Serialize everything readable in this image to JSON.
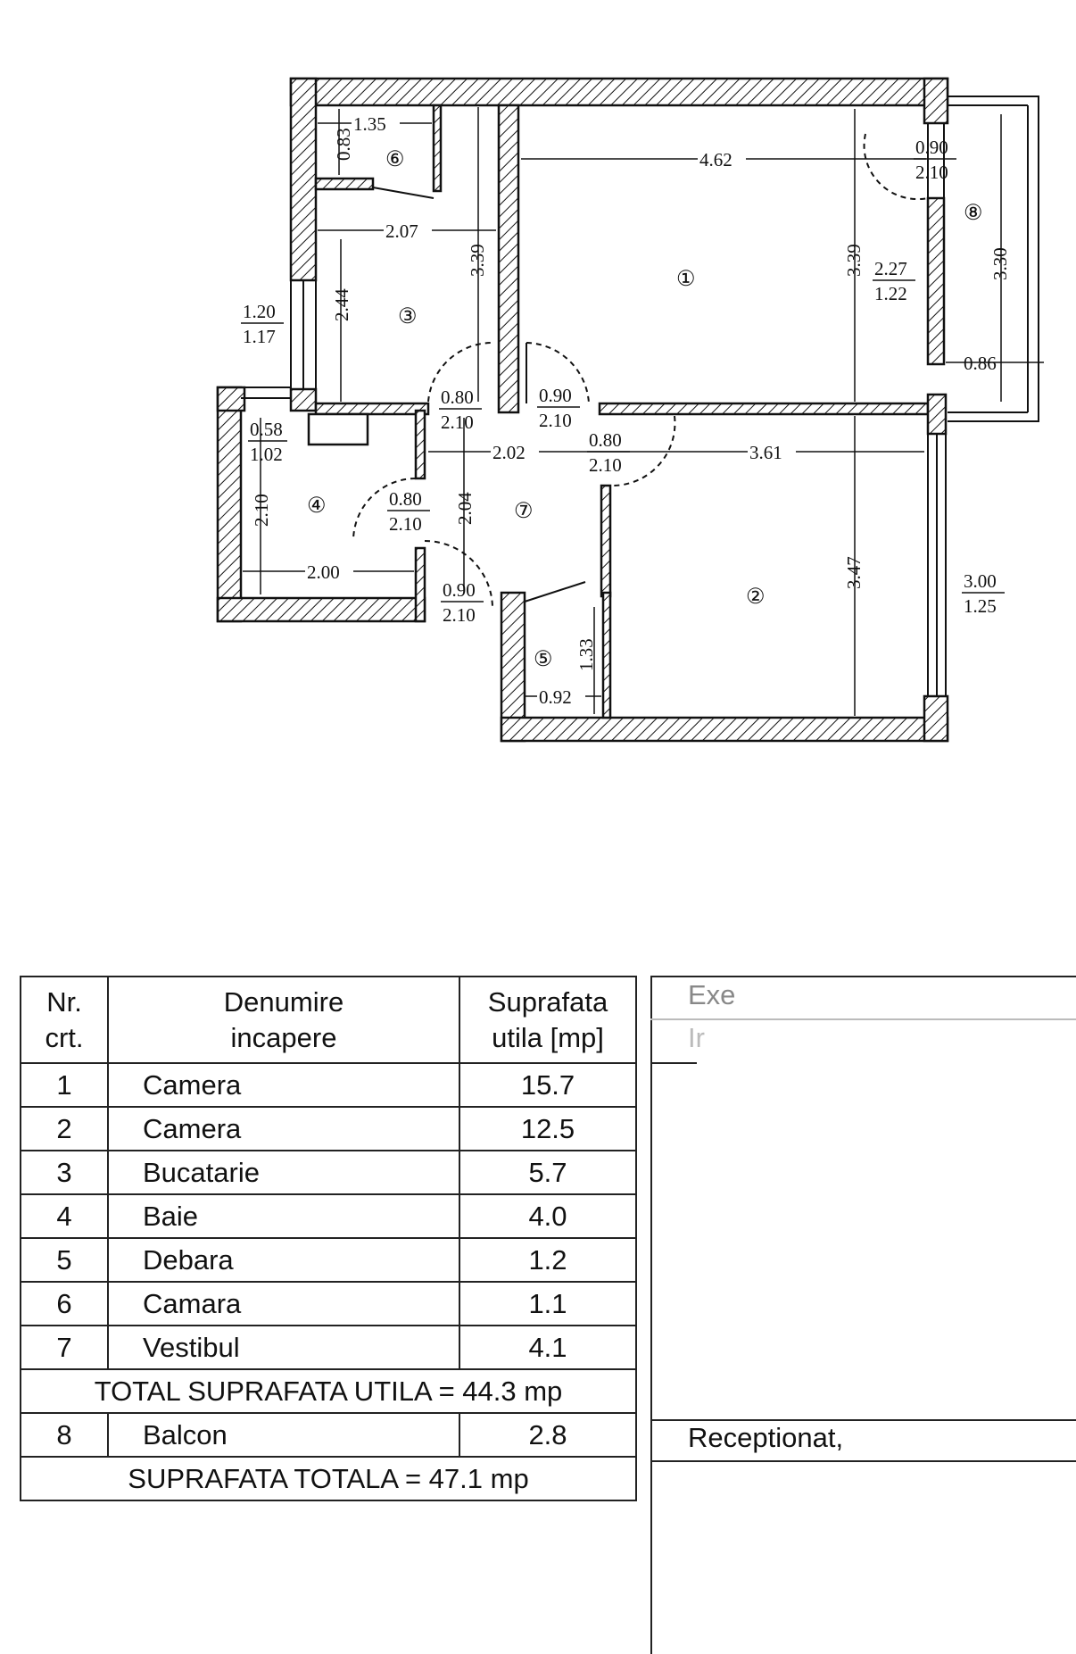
{
  "plan": {
    "rooms": [
      "①",
      "②",
      "③",
      "④",
      "⑤",
      "⑥",
      "⑦",
      "⑧"
    ],
    "dims": {
      "d135": "1.35",
      "d083": "0.83",
      "d207": "2.07",
      "d339a": "3.39",
      "d244": "2.44",
      "d462": "4.62",
      "d339b": "3.39",
      "d330": "3.30",
      "d086": "0.86",
      "d202": "2.02",
      "d361": "3.61",
      "d204": "2.04",
      "d210": "2.10",
      "d200": "2.00",
      "d347": "3.47",
      "d133": "1.33",
      "d092": "0.92"
    },
    "fractions": {
      "f_balcony_door": [
        "0.90",
        "2.10"
      ],
      "f_room1_window": [
        "2.27",
        "1.22"
      ],
      "f_kitchen_window": [
        "1.20",
        "1.17"
      ],
      "f_bath_window": [
        "0.58",
        "1.02"
      ],
      "f_kitchen_door": [
        "0.80",
        "2.10"
      ],
      "f_room1_door": [
        "0.90",
        "2.10"
      ],
      "f_room2_door": [
        "0.80",
        "2.10"
      ],
      "f_bath_door": [
        "0.80",
        "2.10"
      ],
      "f_entry_door": [
        "0.90",
        "2.10"
      ],
      "f_room2_window": [
        "3.00",
        "1.25"
      ]
    }
  },
  "table": {
    "header": {
      "nr": "Nr.\ncrt.",
      "name": "Denumire\nincapere",
      "area": "Suprafata\nutila [mp]"
    },
    "rows": [
      {
        "nr": "1",
        "name": "Camera",
        "area": "15.7"
      },
      {
        "nr": "2",
        "name": "Camera",
        "area": "12.5"
      },
      {
        "nr": "3",
        "name": "Bucatarie",
        "area": "5.7"
      },
      {
        "nr": "4",
        "name": "Baie",
        "area": "4.0"
      },
      {
        "nr": "5",
        "name": "Debara",
        "area": "1.2"
      },
      {
        "nr": "6",
        "name": "Camara",
        "area": "1.1"
      },
      {
        "nr": "7",
        "name": "Vestibul",
        "area": "4.1"
      }
    ],
    "total_useful": "TOTAL SUPRAFATA UTILA = 44.3 mp",
    "balcony": {
      "nr": "8",
      "name": "Balcon",
      "area": "2.8"
    },
    "total": "SUPRAFATA TOTALA = 47.1 mp"
  },
  "side_panel": {
    "faint_1": "Exe",
    "faint_2": "Ir",
    "received": "Receptionat,"
  }
}
